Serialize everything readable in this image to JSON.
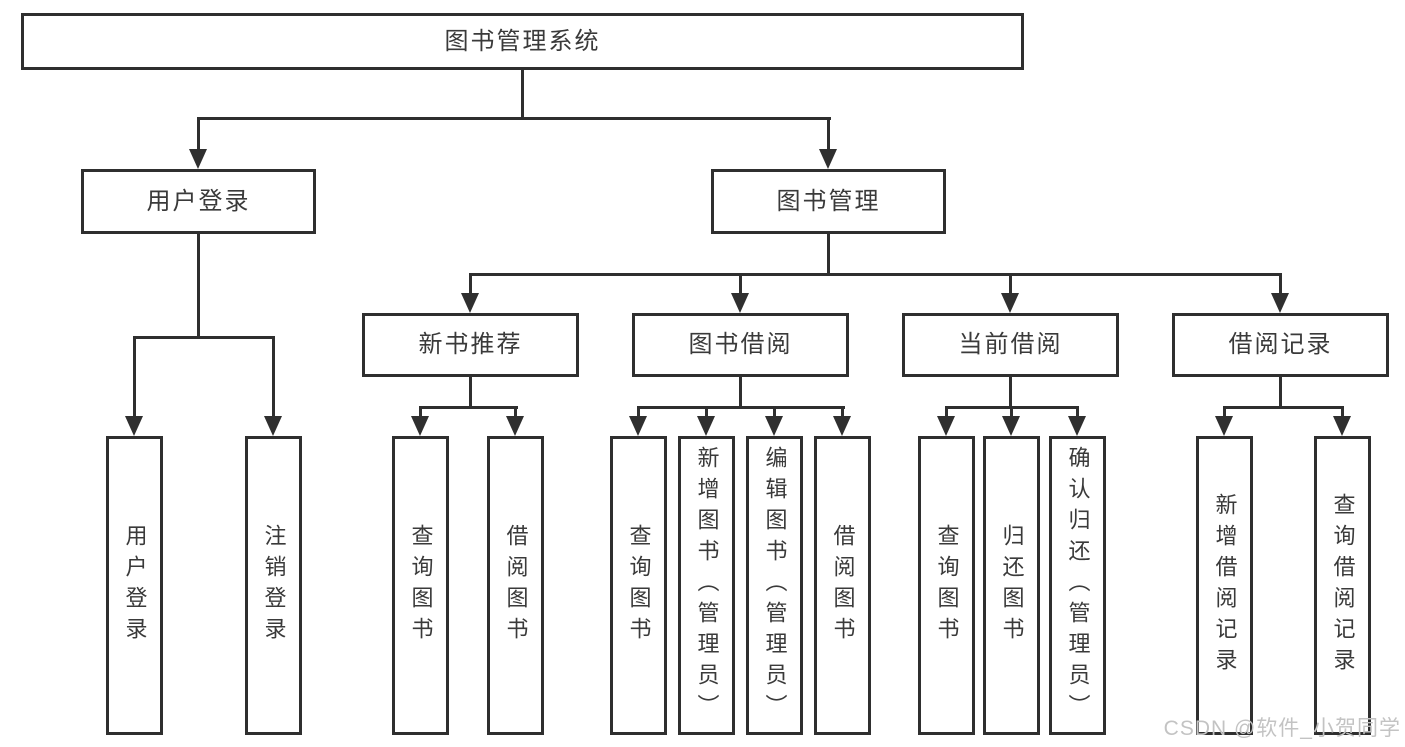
{
  "colors": {
    "line": "#2f2f2f",
    "box_border": "#2f2f2f",
    "text": "#3a3a3a",
    "background": "#ffffff",
    "watermark": "#c3c3c3"
  },
  "watermark": "CSDN @软件_小贺同学",
  "diagram": {
    "root": {
      "label": "图书管理系统"
    },
    "level2": [
      {
        "label": "用户登录"
      },
      {
        "label": "图书管理"
      }
    ],
    "level3": [
      {
        "label": "新书推荐"
      },
      {
        "label": "图书借阅"
      },
      {
        "label": "当前借阅"
      },
      {
        "label": "借阅记录"
      }
    ],
    "leaves": {
      "user_login": [
        {
          "label": "用户登录"
        },
        {
          "label": "注销登录"
        }
      ],
      "new_book_recommend": [
        {
          "label": "查询图书"
        },
        {
          "label": "借阅图书"
        }
      ],
      "book_borrow": [
        {
          "label": "查询图书"
        },
        {
          "label": "新增图书（管理员）"
        },
        {
          "label": "编辑图书（管理员）"
        },
        {
          "label": "借阅图书"
        }
      ],
      "current_borrow": [
        {
          "label": "查询图书"
        },
        {
          "label": "归还图书"
        },
        {
          "label": "确认归还（管理员）"
        }
      ],
      "borrow_record": [
        {
          "label": "新增借阅记录"
        },
        {
          "label": "查询借阅记录"
        }
      ]
    }
  }
}
